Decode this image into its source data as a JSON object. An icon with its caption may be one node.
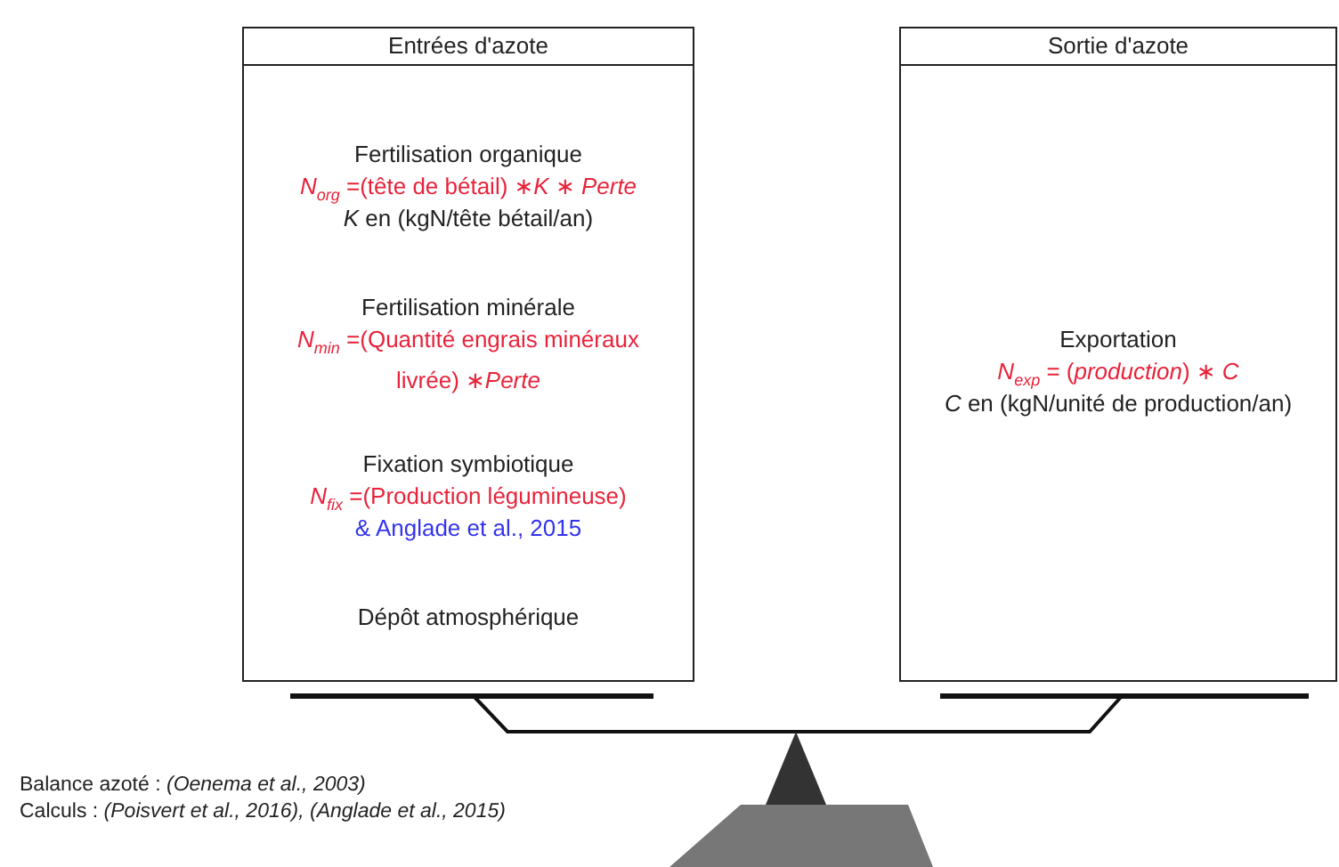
{
  "diagram": {
    "nodes": [
      {
        "text": [
          "Entrées d'azote",
          "Fertilisation organique",
          "*N*$_{org}$ =(tête de bétail) *∗K ∗ Perte*",
          "*K* en (kgN/tête bétail/an)",
          "Fertilisation minérale",
          "*N*$_{min}$ =(Quantité engrais minéraux livrée) *∗Perte*",
          "Fixation symbiotique",
          "*N*$_{fix}$ =(Production légumineuse)",
          "& Anglade et al., 2015",
          "Dépôt atmosphérique"
        ]
      },
      {
        "text": [
          "Sortie d'azote",
          "Exportation",
          "*N*$_{exp}$ = (*production*) *∗ C*",
          "*C* en (kgN/unité de production/an)"
        ]
      }
    ],
    "labels": [
      "Balance azoté : *(Oenema et al., 2003)*",
      "Calculs : *(Poisvert et al., 2016), (Anglade et al., 2015)*"
    ]
  }
}
